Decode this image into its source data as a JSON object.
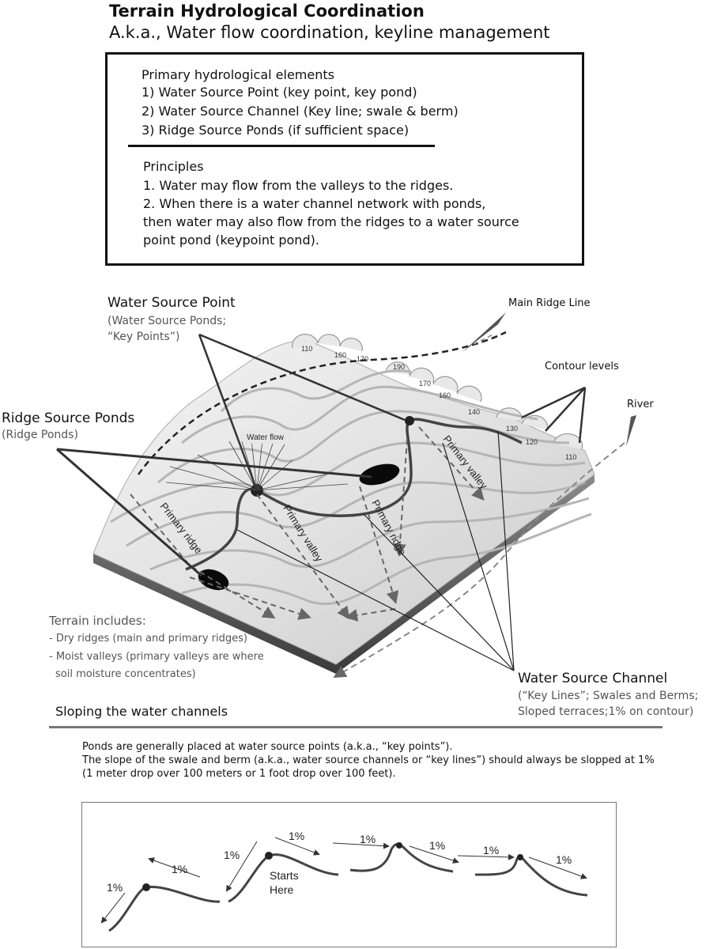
{
  "header": {
    "title": "Terrain Hydrological Coordination",
    "subtitle": "A.k.a., Water flow coordination, keyline management"
  },
  "elements_box": {
    "primary_heading": "Primary hydrological elements",
    "primary_items": [
      "1) Water Source Point (key point, key pond)",
      "2) Water Source Channel (Key line; swale & berm)",
      "3) Ridge Source Ponds (if sufficient space)"
    ],
    "principles_heading": "Principles",
    "principles": [
      "1. Water may flow from the valleys to the ridges.",
      "2. When there is a water channel network with ponds,",
      "then water may also flow from the ridges to a water source",
      "point pond (keypoint pond)."
    ]
  },
  "diagram": {
    "water_source_point": {
      "title": "Water Source Point",
      "sub1": "(Water Source Ponds;",
      "sub2": "“Key Points”)"
    },
    "ridge_source_ponds": {
      "title": "Ridge Source Ponds",
      "sub": "(Ridge Ponds)"
    },
    "main_ridge_line": "Main Ridge Line",
    "contour_levels": "Contour levels",
    "river": "River",
    "water_flow": "Water flow",
    "contours": [
      "110",
      "160",
      "170",
      "190",
      "170",
      "160",
      "140",
      "130",
      "120",
      "110"
    ],
    "primary_ridge": "Primary ridge",
    "primary_valley": "Primary valley",
    "terrain_includes": {
      "heading": "Terrain includes:",
      "items": [
        "- Dry ridges (main and primary ridges)",
        "- Moist valleys (primary valleys are where",
        "soil moisture concentrates)"
      ]
    },
    "water_source_channel": {
      "title": "Water Source Channel",
      "sub1": "(“Key Lines”; Swales and Berms;",
      "sub2": "Sloped terraces;1% on contour)"
    }
  },
  "section": {
    "title": "Sloping the water channels",
    "paragraph": [
      "Ponds are generally placed at water source points (a.k.a., “key points”).",
      "The slope of the swale and berm (a.k.a., water source channels or “key lines”) should always be slopped at 1%",
      "(1 meter drop over 100 meters or 1 foot drop over 100 feet)."
    ]
  },
  "slopes": {
    "percent": "1%",
    "starts_here_1": "Starts",
    "starts_here_2": "Here"
  }
}
